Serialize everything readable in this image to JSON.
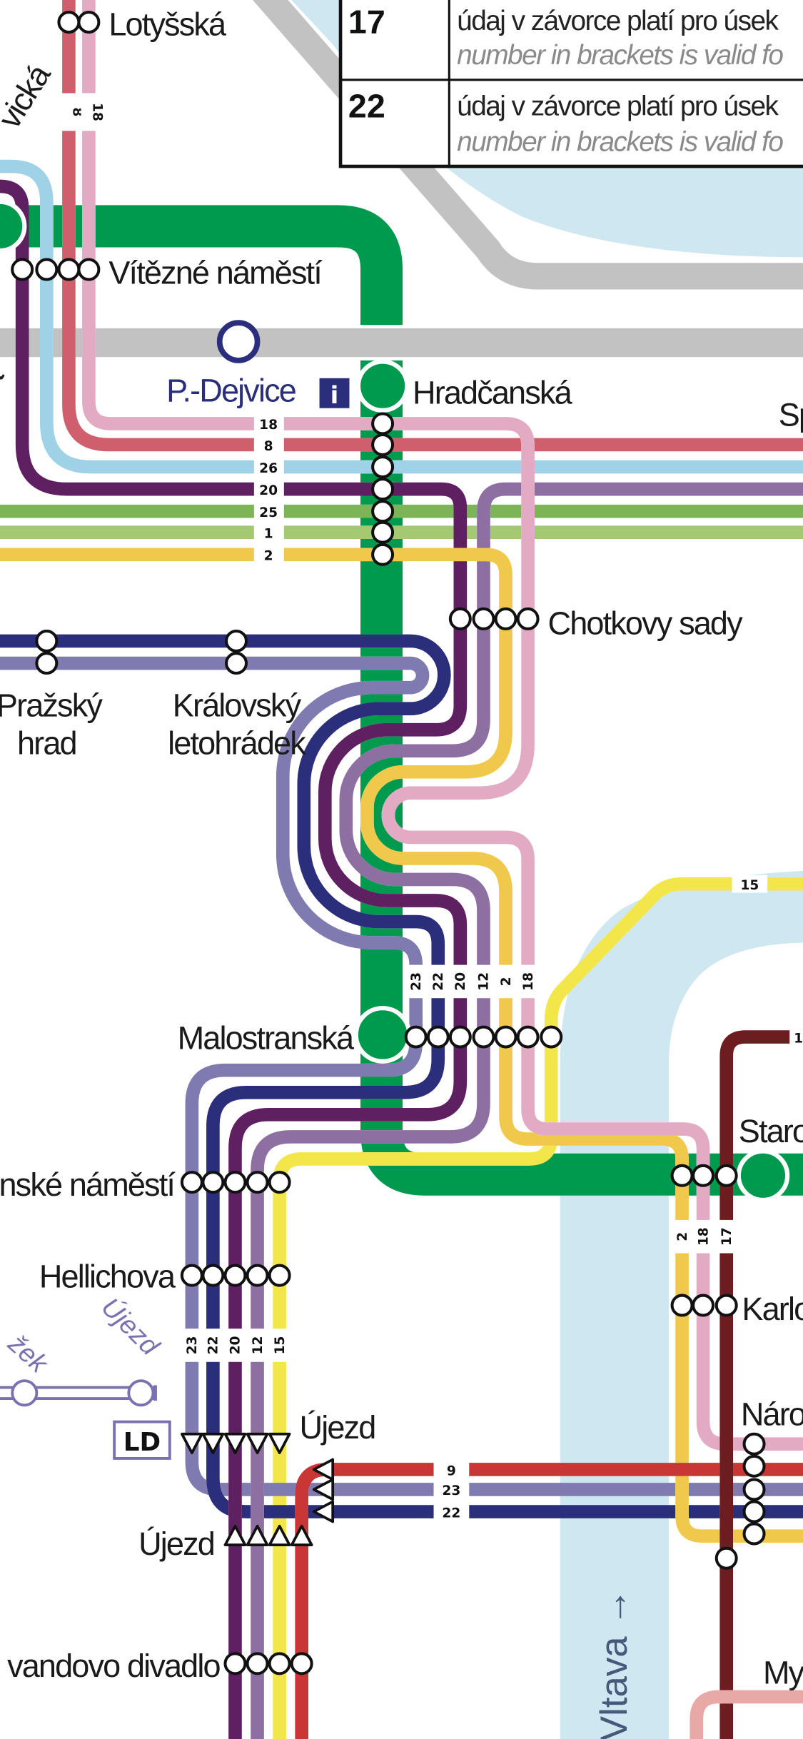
{
  "legend_table": {
    "rows": [
      {
        "route": "17",
        "note_cs": "údaj v závorce platí pro úsek",
        "note_en": "number in brackets is valid fo"
      },
      {
        "route": "22",
        "note_cs": "údaj v závorce platí pro úsek",
        "note_en": "number in brackets is valid fo"
      }
    ]
  },
  "stations": {
    "lotysska": "Lotyšská",
    "dejvicka_partial": "vická",
    "vitezne_namesti": "Vítězné náměstí",
    "left_partial": "t",
    "p_dejvice": "P.-Dejvice",
    "hradcanska": "Hradčanská",
    "sp_partial": "Sp",
    "chotkovy_sady": "Chotkovy sady",
    "prazsky_hrad": [
      "Pražský",
      "hrad"
    ],
    "kralovsky_letohradek": [
      "Královský",
      "letohrádek"
    ],
    "malostranska": "Malostranská",
    "staromestska_partial": "Staro",
    "malostranske_namesti_partial": "nské náměstí",
    "hellichova": "Hellichova",
    "karlovy_lazne_partial": "Karlo",
    "ujezd_upper": "Újezd",
    "narodni_partial": "Náro",
    "ujezd_lower": "Újezd",
    "svandovo_divadlo_partial": "vandovo divadlo",
    "my_partial": "My"
  },
  "metro": {
    "info_icon_label": "i"
  },
  "funicular": {
    "station_left_partial": "žek",
    "station_right": "Újezd",
    "depot": "LD"
  },
  "river_label": "Vltava →",
  "route_labels": {
    "hradcanska": [
      "18",
      "8",
      "26",
      "20",
      "25",
      "1",
      "2"
    ],
    "lotysska_vertical": [
      "8",
      "18"
    ],
    "malostranska": [
      "23",
      "22",
      "20",
      "12",
      "2",
      "18"
    ],
    "ujezd_vertical": [
      "23",
      "22",
      "20",
      "12",
      "15"
    ],
    "staromestska": [
      "2",
      "18",
      "17"
    ],
    "ujezd_horizontal": [
      "9",
      "23",
      "22"
    ],
    "line15": "15",
    "line17_partial": "1"
  },
  "colors": {
    "metro_a": "#009a4e",
    "rail": "#c2c2c2",
    "river": "#cfe7f0",
    "r1": "#a5c972",
    "r2": "#f0c94c",
    "r8": "#d05f6d",
    "r9": "#c83636",
    "r12": "#8e6fa1",
    "r15": "#f3e64b",
    "r17": "#6d1d20",
    "r18": "#e3aac4",
    "r20": "#5e2060",
    "r22": "#2a2e7b",
    "r23": "#7f7bb0",
    "r25": "#7cb457",
    "r26": "#9fd1e7",
    "r_bottom": "#e8a9a6",
    "navy": "#2a2e7b",
    "funicular": "#7a72b0"
  }
}
